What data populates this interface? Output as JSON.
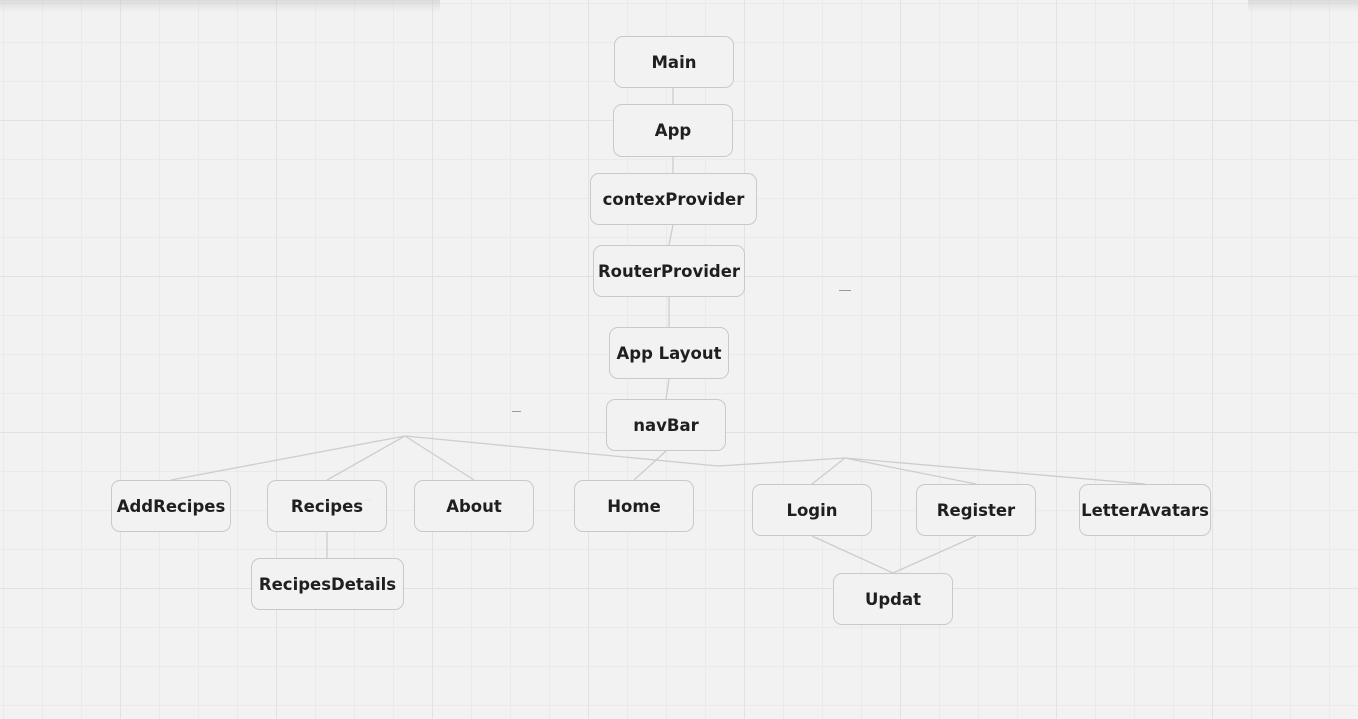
{
  "diagram": {
    "nodes": {
      "main": "Main",
      "app": "App",
      "context_provider": "contexProvider",
      "router_provider": "RouterProvider",
      "app_layout": "App Layout",
      "navbar": "navBar",
      "add_recipes": "AddRecipes",
      "recipes": "Recipes",
      "about": "About",
      "home": "Home",
      "login": "Login",
      "register": "Register",
      "letter_avatars": "LetterAvatars",
      "recipes_details": "RecipesDetails",
      "updat": "Updat"
    },
    "edges": [
      [
        "Main",
        "App"
      ],
      [
        "App",
        "contexProvider"
      ],
      [
        "contexProvider",
        "RouterProvider"
      ],
      [
        "RouterProvider",
        "App Layout"
      ],
      [
        "App Layout",
        "navBar"
      ],
      [
        "navBar",
        "AddRecipes"
      ],
      [
        "navBar",
        "Recipes"
      ],
      [
        "navBar",
        "About"
      ],
      [
        "navBar",
        "Home"
      ],
      [
        "navBar",
        "Login"
      ],
      [
        "navBar",
        "Register"
      ],
      [
        "navBar",
        "LetterAvatars"
      ],
      [
        "Recipes",
        "RecipesDetails"
      ],
      [
        "Login",
        "Updat"
      ],
      [
        "Register",
        "Updat"
      ]
    ],
    "colors": {
      "background": "#f2f2f2",
      "grid_line": "#e2e2e2",
      "node_border": "#c9c9c9",
      "connector": "#cdcdcd",
      "text": "#1f1f1f"
    }
  }
}
